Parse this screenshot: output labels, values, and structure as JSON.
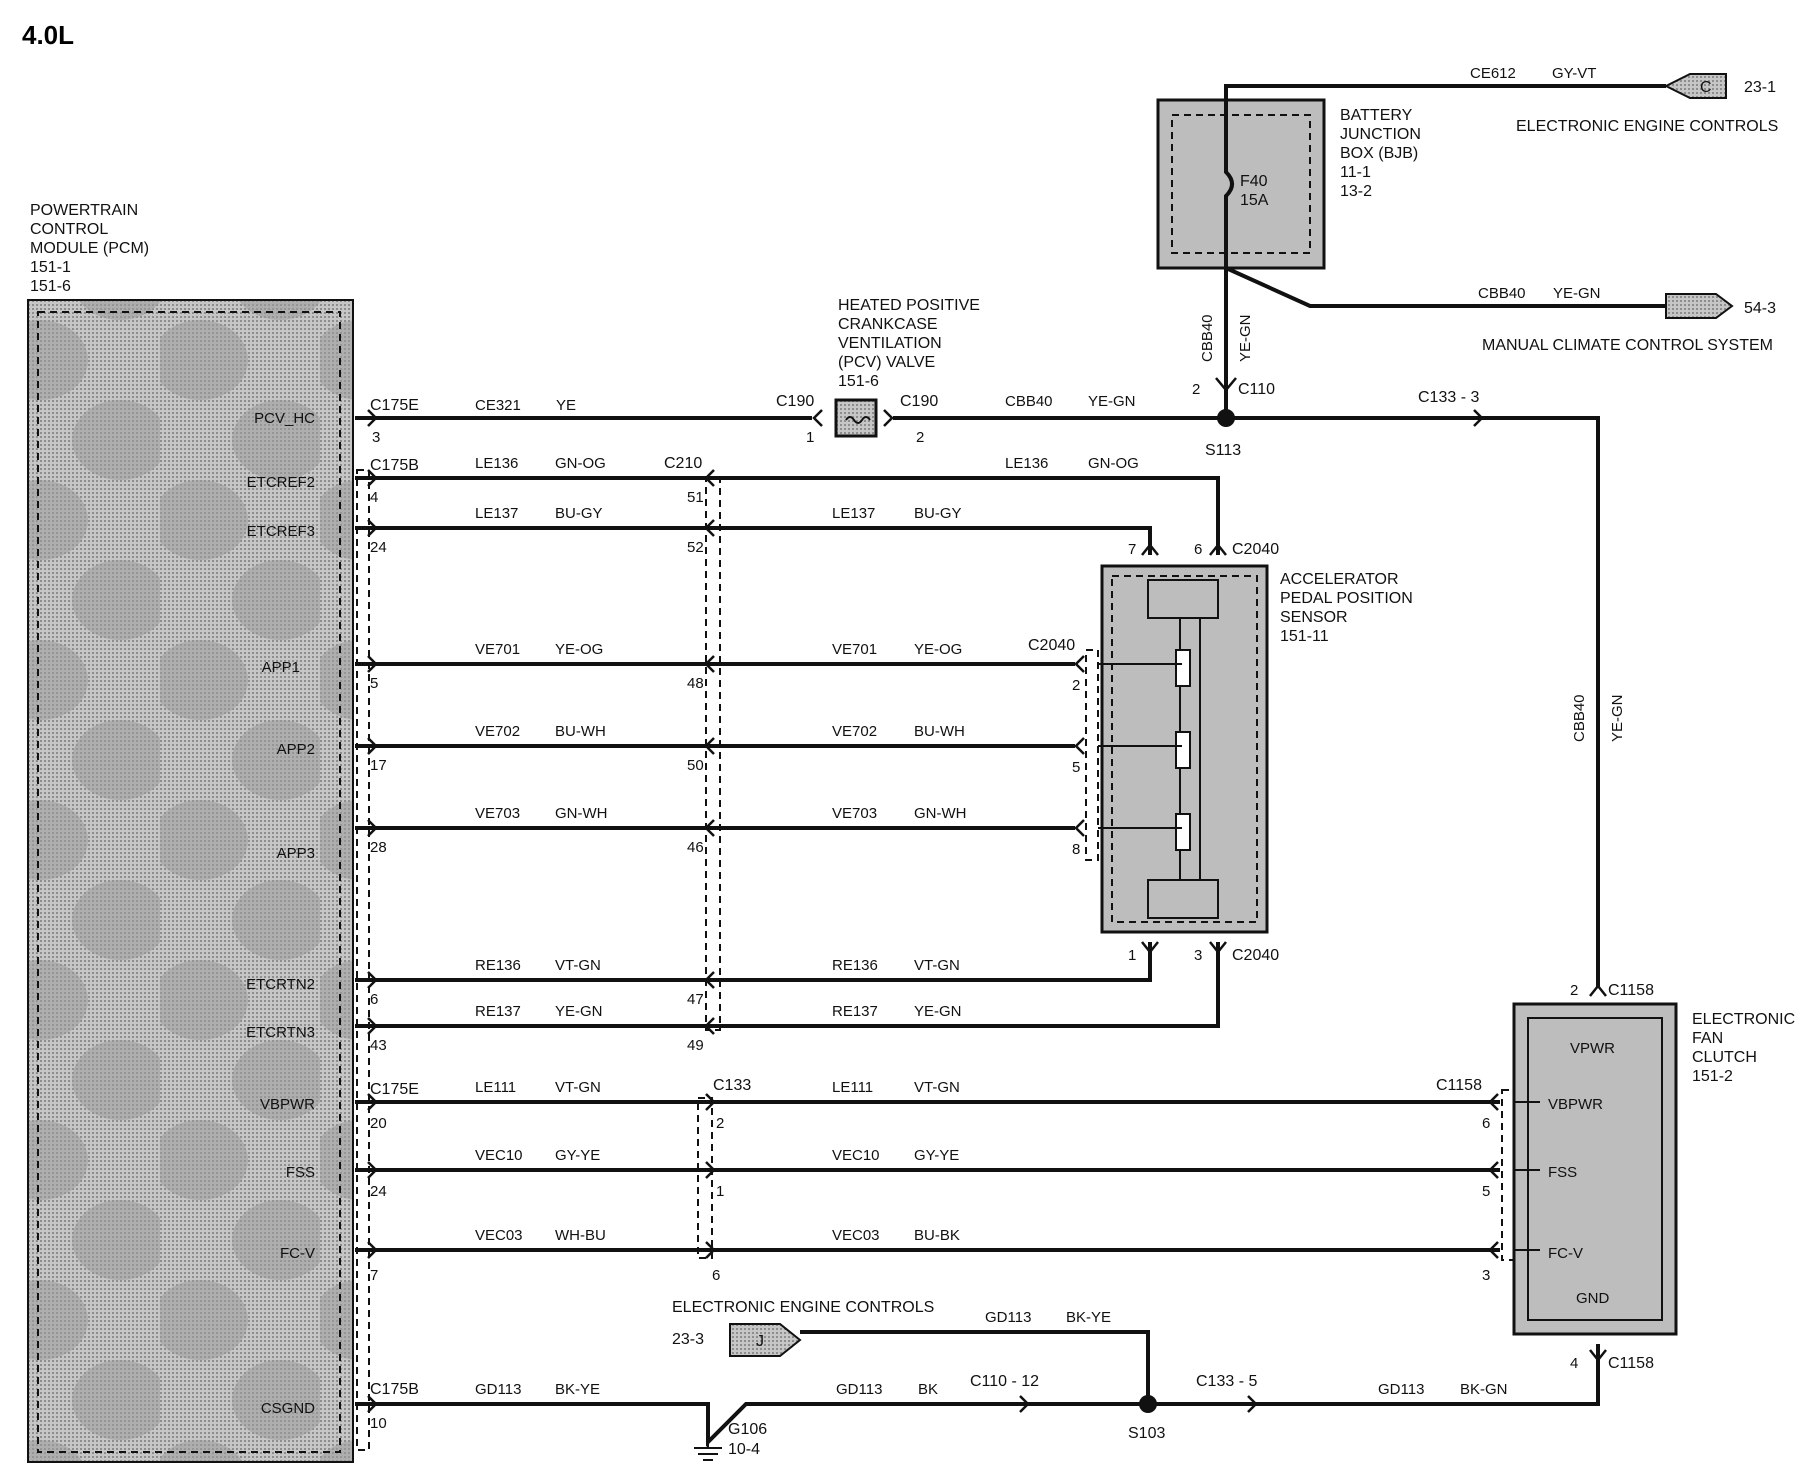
{
  "title": "4.0L",
  "pcm": {
    "name_lines": [
      "POWERTRAIN",
      "CONTROL",
      "MODULE (PCM)",
      "151-1",
      "151-6"
    ],
    "pins": {
      "pcv_hc": "PCV_HC",
      "etcref2": "ETCREF2",
      "etcref3": "ETCREF3",
      "app1": "APP1",
      "app2": "APP2",
      "app3": "APP3",
      "etcrtn2": "ETCRTN2",
      "etcrtn3": "ETCRTN3",
      "vbpwr": "VBPWR",
      "fss": "FSS",
      "fcv": "FC-V",
      "csgnd": "CSGND"
    }
  },
  "bjb": {
    "name_lines": [
      "BATTERY",
      "JUNCTION",
      "BOX (BJB)",
      "11-1",
      "13-2"
    ],
    "fuse": "F40",
    "fuse_rating": "15A"
  },
  "top_ref": {
    "circuit": "CE612",
    "color": "GY-VT",
    "connector": "C",
    "page": "23-1",
    "label": "ELECTRONIC ENGINE CONTROLS"
  },
  "mcc_ref": {
    "circuit": "CBB40",
    "color": "YE-GN",
    "page": "54-3",
    "label": "MANUAL CLIMATE CONTROL SYSTEM"
  },
  "pcv_valve": {
    "name_lines": [
      "HEATED POSITIVE",
      "CRANKCASE",
      "VENTILATION",
      "(PCV) VALVE",
      "151-6"
    ]
  },
  "app_sensor": {
    "name_lines": [
      "ACCELERATOR",
      "PEDAL POSITION",
      "SENSOR",
      "151-11"
    ]
  },
  "fan_clutch": {
    "name_lines": [
      "ELECTRONIC",
      "FAN",
      "CLUTCH",
      "151-2"
    ],
    "pins": {
      "vpwr": "VPWR",
      "vbpwr": "VBPWR",
      "fss": "FSS",
      "fcv": "FC-V",
      "gnd": "GND"
    }
  },
  "eec_ref": {
    "label": "ELECTRONIC ENGINE CONTROLS",
    "page": "23-3",
    "connector": "J"
  },
  "ground": {
    "name": "G106",
    "page": "10-4"
  },
  "splices": {
    "s113": "S113",
    "s103": "S103"
  },
  "vertical_wire_labels": {
    "bjb_out": "CBB40",
    "bjb_out_color": "YE-GN",
    "fan_feed": "CBB40",
    "fan_feed_color": "YE-GN"
  },
  "connectors": {
    "c175e": "C175E",
    "c175b": "C175B",
    "c190": "C190",
    "c210": "C210",
    "c110": "C110",
    "c2040": "C2040",
    "c133": "C133",
    "c133_3": "C133  -  3",
    "c1158": "C1158",
    "c110_12": "C110  -  12",
    "c133_5": "C133  -  5"
  },
  "wires": {
    "pcv_left_circ": "CE321",
    "pcv_left_col": "YE",
    "pcv_right_circ": "CBB40",
    "pcv_right_col": "YE-GN",
    "etcref2_circ": "LE136",
    "etcref2_col": "GN-OG",
    "etcref3_circ": "LE137",
    "etcref3_col": "BU-GY",
    "app1_circ": "VE701",
    "app1_col": "YE-OG",
    "app2_circ": "VE702",
    "app2_col": "BU-WH",
    "app3_circ": "VE703",
    "app3_col": "GN-WH",
    "etcrtn2_circ": "RE136",
    "etcrtn2_col": "VT-GN",
    "etcrtn3_circ": "RE137",
    "etcrtn3_col": "YE-GN",
    "vbpwr_circ": "LE111",
    "vbpwr_col": "VT-GN",
    "fss_circ": "VEC10",
    "fss_col": "GY-YE",
    "fcv_circ": "VEC03",
    "fcv_left_col": "WH-BU",
    "fcv_right_col": "BU-BK",
    "gnd_eec_circ": "GD113",
    "gnd_eec_col": "BK-YE",
    "csgnd_circ": "GD113",
    "csgnd_left_col": "BK-YE",
    "csgnd_mid_col": "BK",
    "csgnd_right_col": "BK-GN"
  },
  "pin_numbers": {
    "pcm": [
      "3",
      "4",
      "24",
      "5",
      "17",
      "28",
      "6",
      "43",
      "20",
      "24",
      "7",
      "10"
    ],
    "c210": [
      "51",
      "52",
      "48",
      "50",
      "46",
      "47",
      "49"
    ],
    "c133": [
      "2",
      "1",
      "6"
    ],
    "c2040_top": [
      "7",
      "6"
    ],
    "c2040_side": [
      "2",
      "5",
      "8"
    ],
    "c2040_bottom": [
      "1",
      "3"
    ],
    "c1158": [
      "2",
      "6",
      "5",
      "3",
      "4"
    ],
    "c190": [
      "1",
      "2"
    ],
    "c110": "2"
  }
}
